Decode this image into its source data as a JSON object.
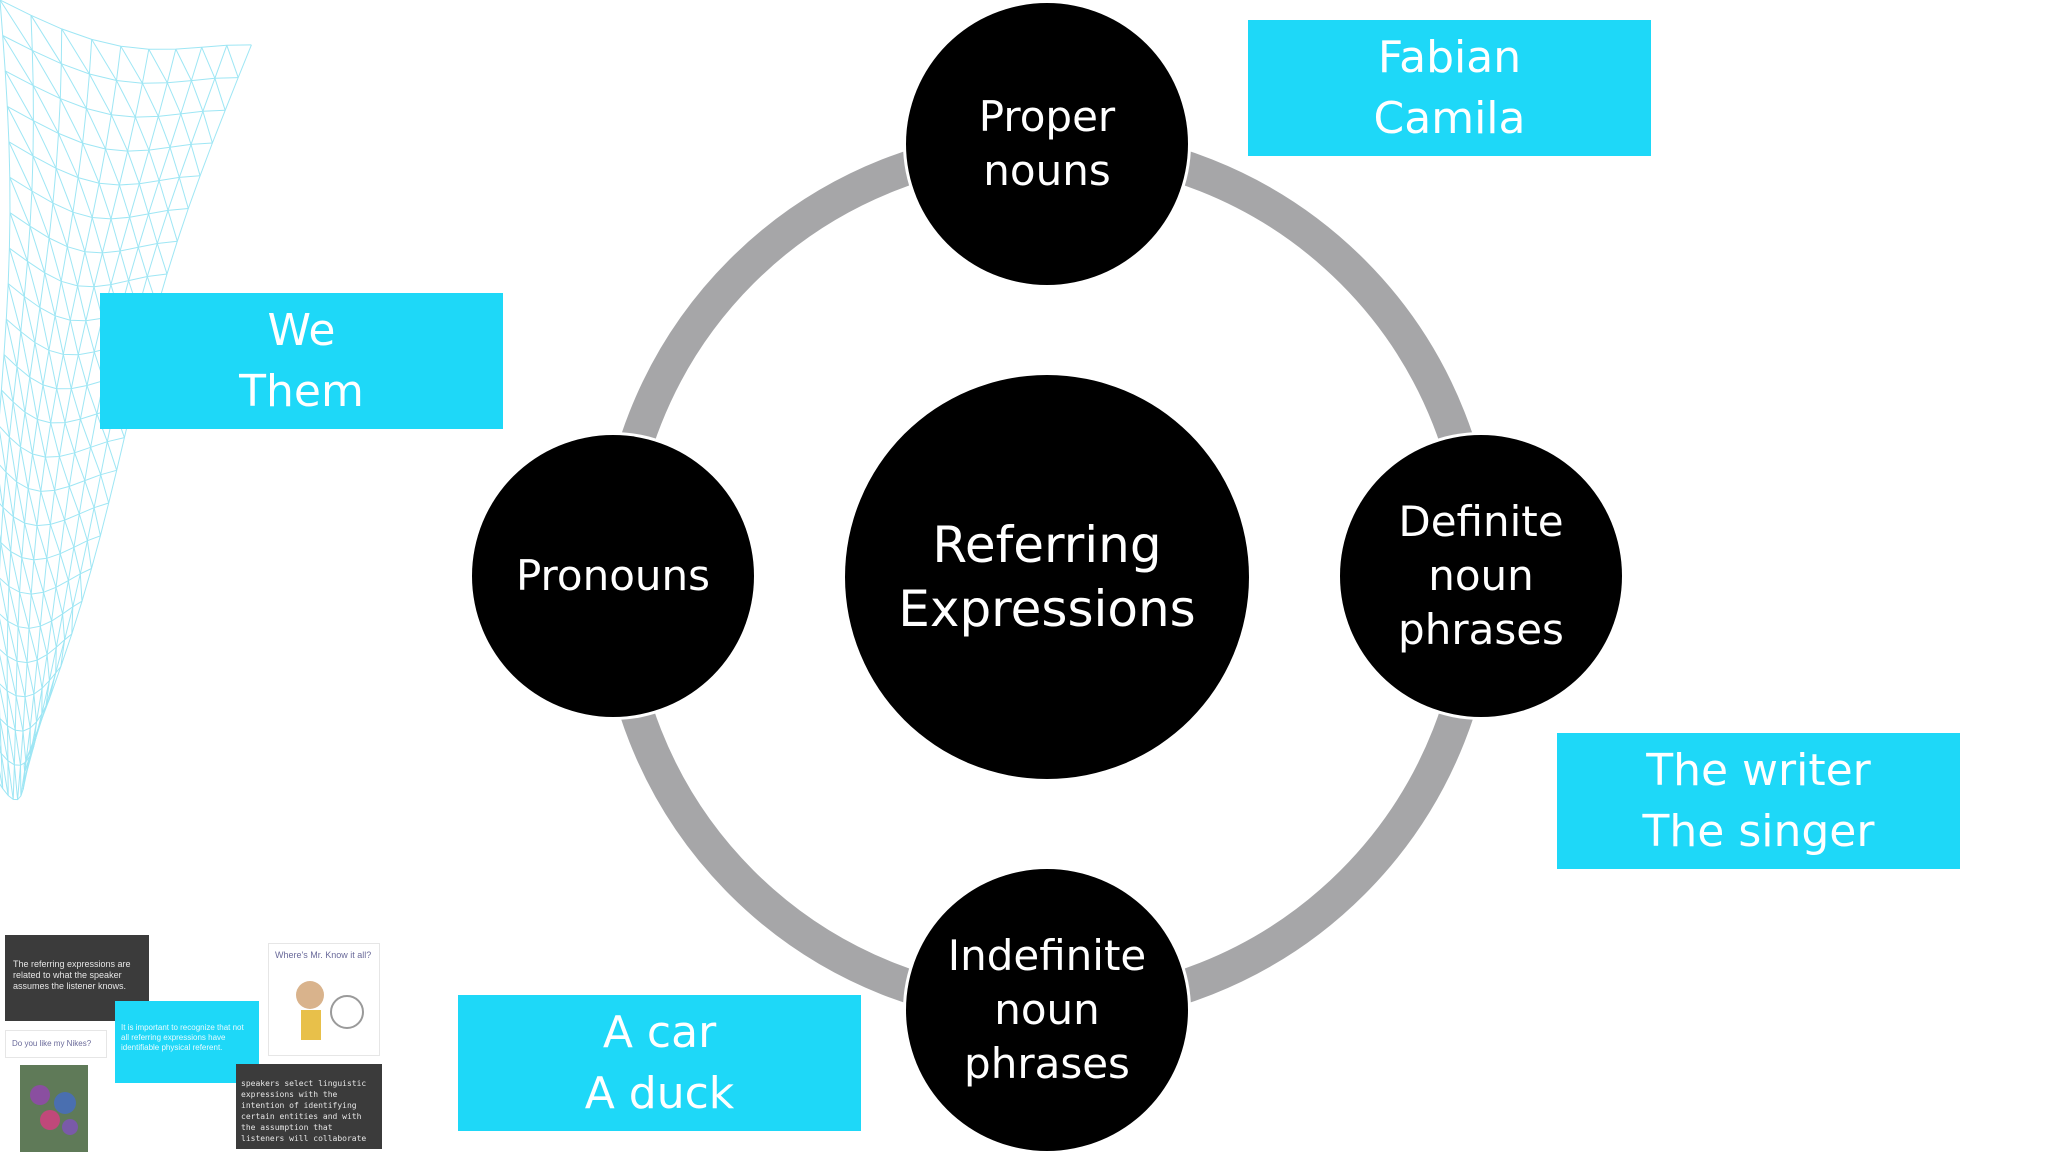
{
  "colors": {
    "node_fill": "#000000",
    "node_text": "#ffffff",
    "ring": "#a6a6a8",
    "example_box": "#1ed8f8",
    "example_text": "#ffffff",
    "wireframe": "#4fd2ec"
  },
  "diagram": {
    "center_label": "Referring\nExpressions",
    "nodes": {
      "top": "Proper\nnouns",
      "right": "Definite\nnoun\nphrases",
      "bottom": "Indefinite\nnoun\nphrases",
      "left": "Pronouns"
    }
  },
  "examples": {
    "top": {
      "line1": "Fabian",
      "line2": "Camila"
    },
    "left": {
      "line1": "We",
      "line2": "Them"
    },
    "right": {
      "line1": "The writer",
      "line2": "The singer"
    },
    "bottom": {
      "line1": "A car",
      "line2": "A duck"
    }
  },
  "thumbnails": {
    "t1": "The referring expressions are related to what the speaker assumes the listener knows.",
    "t2": "It is important to recognize that not all referring expressions have identifiable physical referent.",
    "t3": "Where's Mr. Know it all?",
    "t4": "Do you like my Nikes?",
    "t6": "speakers select linguistic expressions with the intention of identifying certain entities and with the assumption that listeners will collaborate"
  }
}
